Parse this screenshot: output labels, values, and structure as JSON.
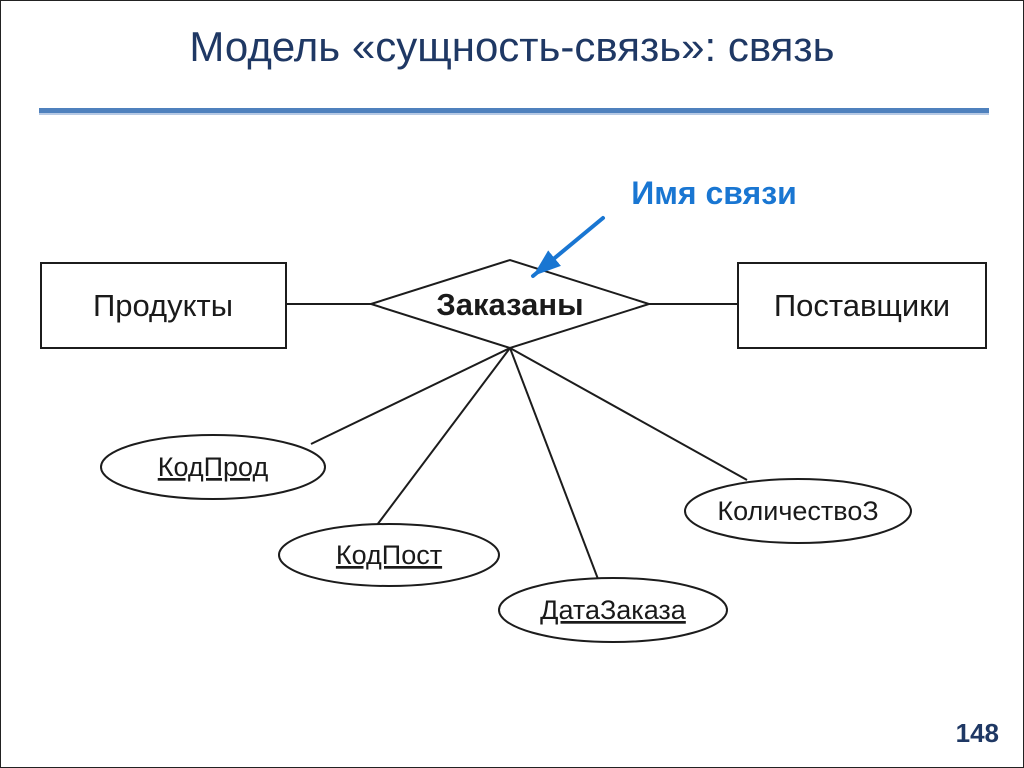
{
  "slide": {
    "title": "Модель «сущность-связь»: связь",
    "page_number": "148",
    "colors": {
      "title": "#1F3864",
      "rule_accent": "#4F81BD",
      "diagram_stroke": "#1C1C1C",
      "annotation_blue": "#1976D2"
    }
  },
  "diagram": {
    "entities": [
      {
        "label": "Продукты"
      },
      {
        "label": "Поставщики"
      }
    ],
    "relationship": {
      "label": "Заказаны"
    },
    "annotation": {
      "label": "Имя связи",
      "icon": "arrow-down-left"
    },
    "attributes": [
      {
        "label": "КодПрод",
        "underlined": true
      },
      {
        "label": "КодПост",
        "underlined": true
      },
      {
        "label": "ДатаЗаказа",
        "underlined": true
      },
      {
        "label": "КоличествоЗ",
        "underlined": false
      }
    ]
  }
}
